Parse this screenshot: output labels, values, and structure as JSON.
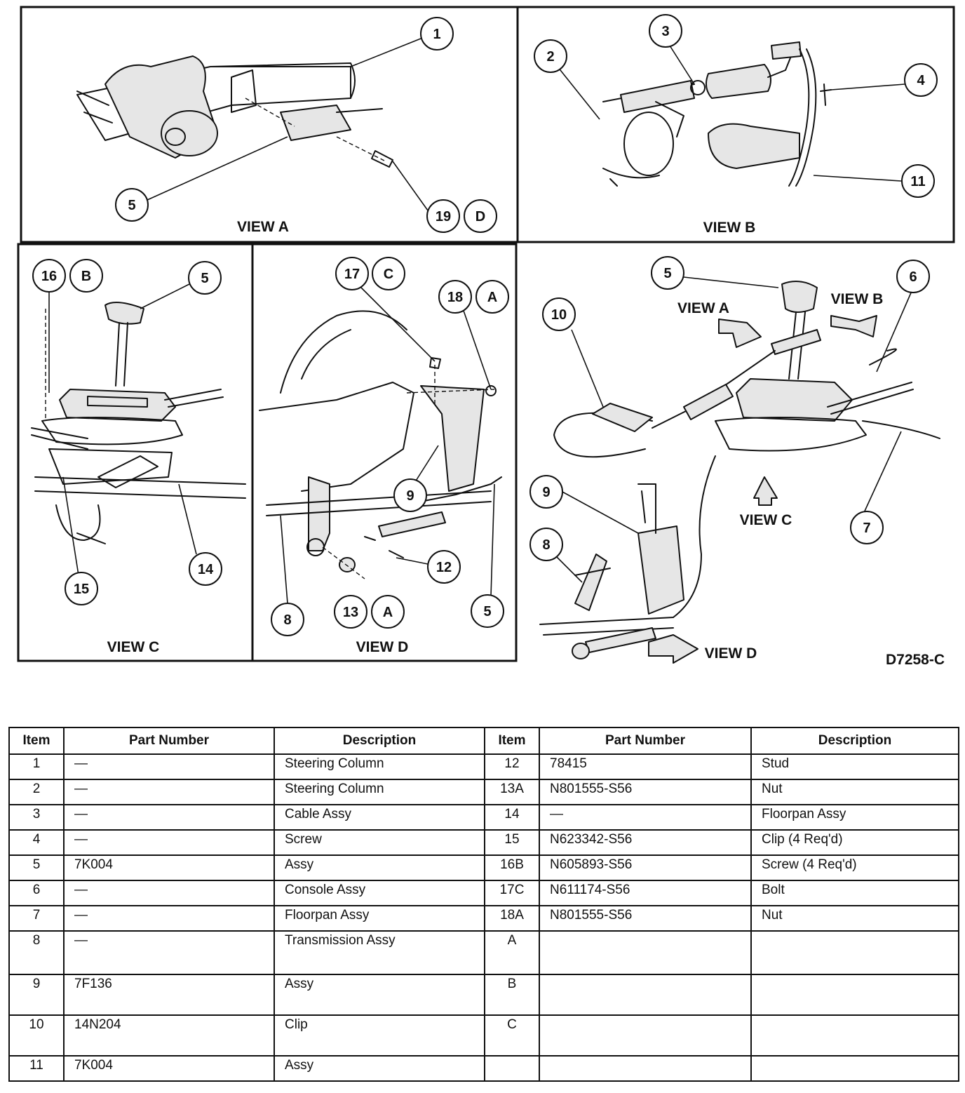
{
  "views": {
    "a": "VIEW A",
    "b": "VIEW B",
    "c": "VIEW C",
    "d": "VIEW D"
  },
  "figure_code": "D7258-C",
  "callouts": {
    "c1": "1",
    "c2": "2",
    "c3": "3",
    "c4": "4",
    "c5": "5",
    "c6": "6",
    "c7": "7",
    "c8": "8",
    "c9": "9",
    "c10": "10",
    "c11": "11",
    "c12": "12",
    "c13": "13",
    "c14": "14",
    "c15": "15",
    "c16": "16",
    "c17": "17",
    "c18": "18",
    "c19": "19",
    "lA": "A",
    "lB": "B",
    "lC": "C",
    "lD": "D"
  },
  "table": {
    "headers": [
      "Item",
      "Part Number",
      "Description",
      "Item",
      "Part Number",
      "Description"
    ],
    "rows": [
      [
        "1",
        "—",
        "Steering Column",
        "12",
        "78415",
        "Stud"
      ],
      [
        "2",
        "—",
        "Steering Column",
        "13A",
        "N801555-S56",
        "Nut"
      ],
      [
        "3",
        "—",
        "Cable Assy",
        "14",
        "—",
        "Floorpan Assy"
      ],
      [
        "4",
        "—",
        "Screw",
        "15",
        "N623342-S56",
        "Clip (4 Req'd)"
      ],
      [
        "5",
        "7K004",
        "Assy",
        "16B",
        "N605893-S56",
        "Screw (4 Req'd)"
      ],
      [
        "6",
        "—",
        "Console Assy",
        "17C",
        "N611174-S56",
        "Bolt"
      ],
      [
        "7",
        "—",
        "Floorpan Assy",
        "18A",
        "N801555-S56",
        "Nut"
      ],
      [
        "8",
        "—",
        "Transmission Assy",
        "A",
        "",
        ""
      ],
      [
        "9",
        "7F136",
        "Assy",
        "B",
        "",
        ""
      ],
      [
        "10",
        "14N204",
        "Clip",
        "C",
        "",
        ""
      ],
      [
        "11",
        "7K004",
        "Assy",
        "",
        "",
        ""
      ]
    ]
  }
}
